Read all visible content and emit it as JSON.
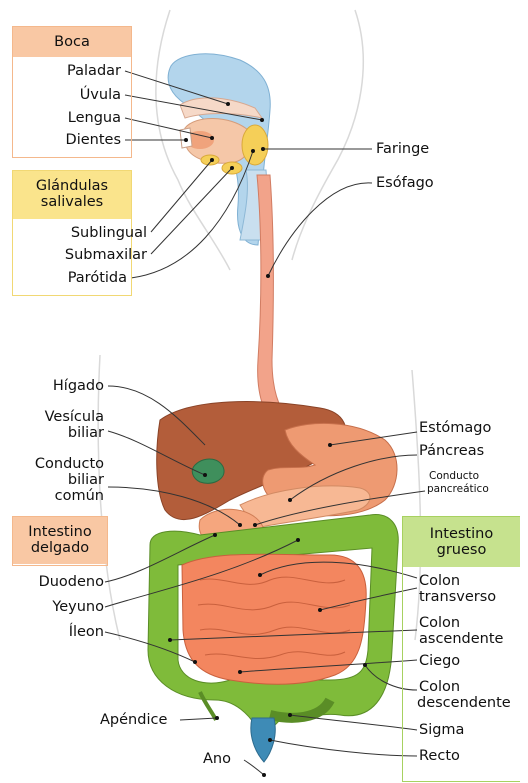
{
  "colors": {
    "boca_head": "#f9c8a4",
    "boca_border": "#f4b88c",
    "glandulas_head": "#fae48c",
    "glandulas_border": "#f1d874",
    "intestino_delgado_head": "#f9c8a4",
    "intestino_grueso_head": "#c6e28e",
    "intestino_grueso_border": "#a7d160",
    "liver": "#b35d3a",
    "stomach": "#ee9a72",
    "small_intestine": "#f3865f",
    "large_intestine": "#7fbb3a",
    "esophagus": "#f2a38a",
    "pharynx": "#a9cfe8",
    "gallbladder": "#3f8f5c"
  },
  "sections": {
    "boca": {
      "title": "Boca",
      "items": [
        "Paladar",
        "Úvula",
        "Lengua",
        "Dientes"
      ]
    },
    "glandulas": {
      "title_line1": "Glándulas",
      "title_line2": "salivales",
      "items": [
        "Sublingual",
        "Submaxilar",
        "Parótida"
      ]
    },
    "intestino_delgado": {
      "title_line1": "Intestino",
      "title_line2": "delgado",
      "items": [
        "Duodeno",
        "Yeyuno",
        "Íleon"
      ]
    },
    "intestino_grueso": {
      "title_line1": "Intestino",
      "title_line2": "grueso",
      "items": [
        "Colon",
        "transverso",
        "Colon",
        "ascendente",
        "Ciego",
        "Colon",
        "descendente",
        "Sigma",
        "Recto"
      ]
    }
  },
  "labels": {
    "faringe": "Faringe",
    "esofago": "Esófago",
    "higado": "Hígado",
    "vesicula_1": "Vesícula",
    "vesicula_2": "biliar",
    "conducto_biliar_1": "Conducto",
    "conducto_biliar_2": "biliar",
    "conducto_biliar_3": "común",
    "estomago": "Estómago",
    "pancreas": "Páncreas",
    "conducto_pancreatico_1": "Conducto",
    "conducto_pancreatico_2": "pancreático",
    "apendice": "Apéndice",
    "ano": "Ano"
  }
}
